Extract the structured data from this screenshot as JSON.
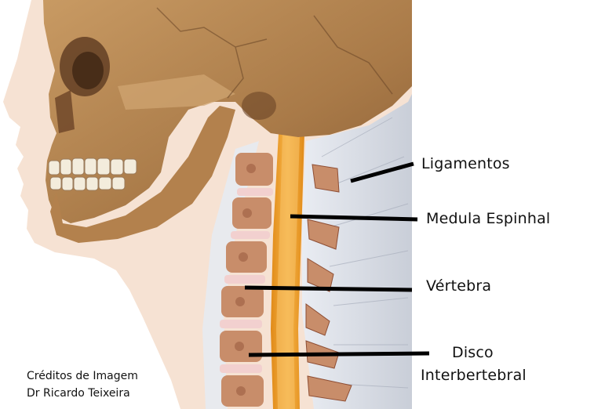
{
  "labels": {
    "ligamentos": "Ligamentos",
    "medula": "Medula Espinhal",
    "vertebra": "Vértebra",
    "disco_line1": "Disco",
    "disco_line2": "Interbertebral"
  },
  "credits": {
    "line1": "Créditos de  Imagem",
    "line2": "Dr Ricardo Teixeira"
  },
  "colors": {
    "skin": "#f6e2d3",
    "bone": "#b98a55",
    "spinal_cord": "#f0a02a",
    "ligament": "#dfe3ea",
    "disc": "#f2d0cf",
    "leader_line": "#000000"
  }
}
